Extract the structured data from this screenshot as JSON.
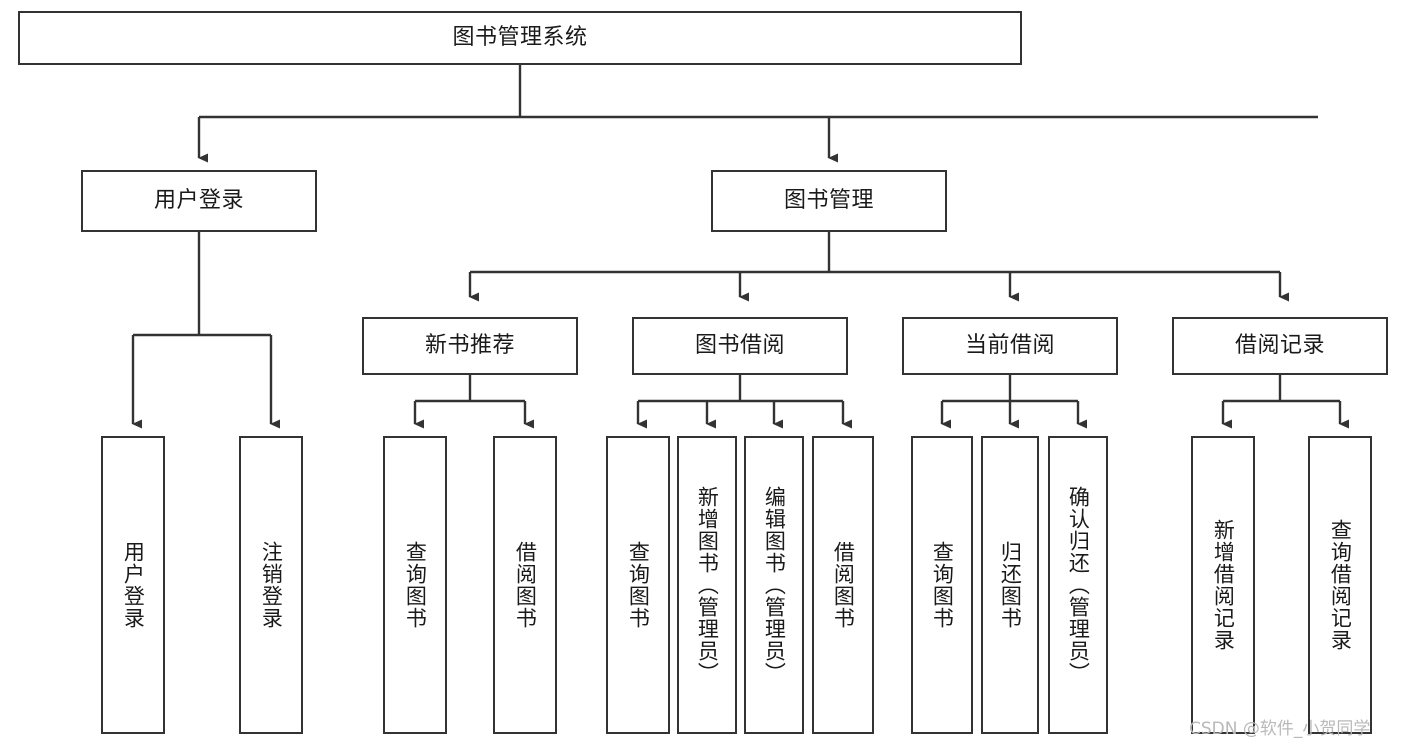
{
  "diagram": {
    "type": "tree-hierarchy-chart",
    "title": "图书管理系统",
    "watermark": "CSDN @软件_小贺同学",
    "colors": {
      "node_border": "#333333",
      "node_fill": "#ffffff",
      "edge": "#333333",
      "text": "#1a1a1a",
      "watermark": "#b9b9b9",
      "background": "#ffffff"
    },
    "levels": {
      "root": {
        "label": "图书管理系统"
      },
      "level2": [
        {
          "label": "用户登录"
        },
        {
          "label": "图书管理"
        }
      ],
      "level3": [
        {
          "label": "新书推荐"
        },
        {
          "label": "图书借阅"
        },
        {
          "label": "当前借阅"
        },
        {
          "label": "借阅记录"
        }
      ],
      "leaves_user_login": [
        {
          "label": "用户登录"
        },
        {
          "label": "注销登录"
        }
      ],
      "leaves_new_book": [
        {
          "label": "查询图书"
        },
        {
          "label": "借阅图书"
        }
      ],
      "leaves_borrow": [
        {
          "label": "查询图书"
        },
        {
          "label": "新增图书（管理员）"
        },
        {
          "label": "编辑图书（管理员）"
        },
        {
          "label": "借阅图书"
        }
      ],
      "leaves_current": [
        {
          "label": "查询图书"
        },
        {
          "label": "归还图书"
        },
        {
          "label": "确认归还（管理员）"
        }
      ],
      "leaves_record": [
        {
          "label": "新增借阅记录"
        },
        {
          "label": "查询借阅记录"
        }
      ]
    }
  }
}
